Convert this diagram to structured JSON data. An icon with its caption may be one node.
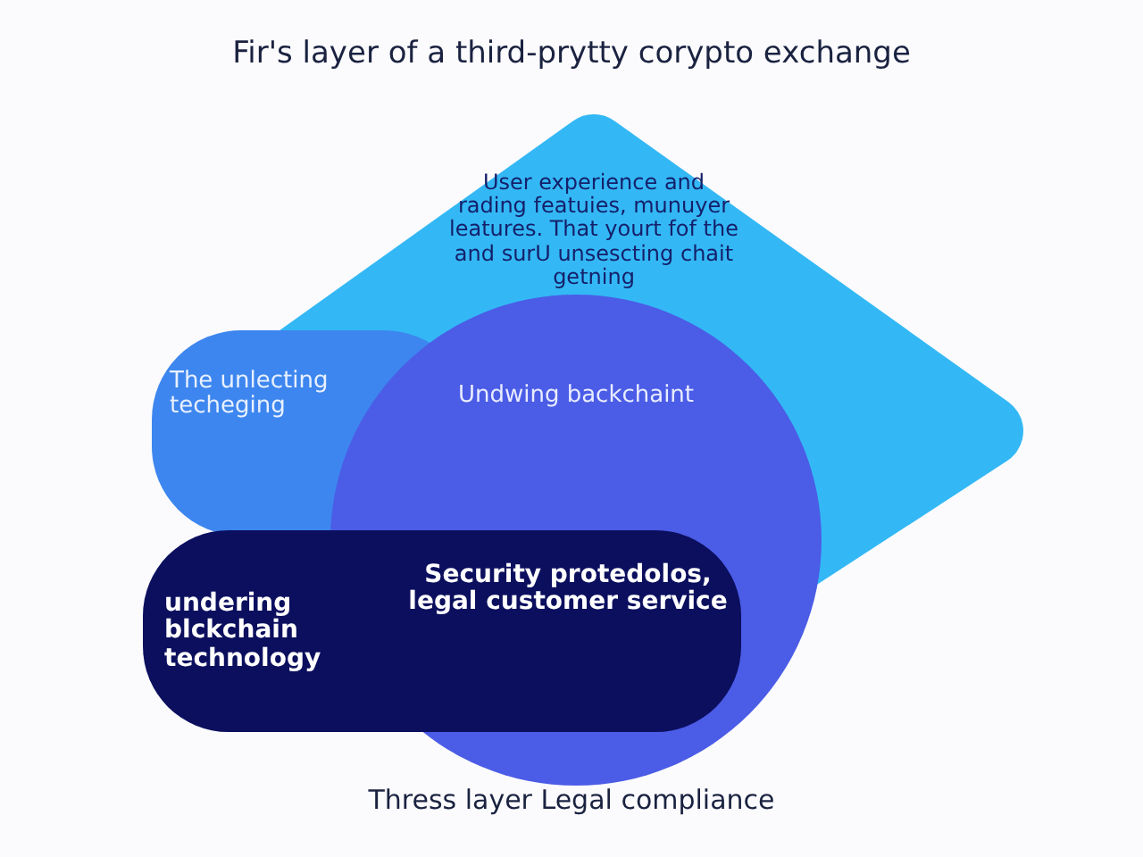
{
  "diagram": {
    "title": "Fir's layer of a third-prytty corypto exchange",
    "nodes": [
      {
        "text": [
          "User experience and rading featuies, munuyer leatures. That yourt fof the and surU unsescting chait getning"
        ]
      },
      {
        "text": [
          "The unlecting techeging"
        ]
      },
      {
        "text": [
          "Undwing backchaint"
        ]
      },
      {
        "text": [
          "undering blckchain technology",
          "Security protedolos, legal customer service"
        ]
      }
    ],
    "labels": [
      "Thress layer Legal compliance"
    ]
  }
}
